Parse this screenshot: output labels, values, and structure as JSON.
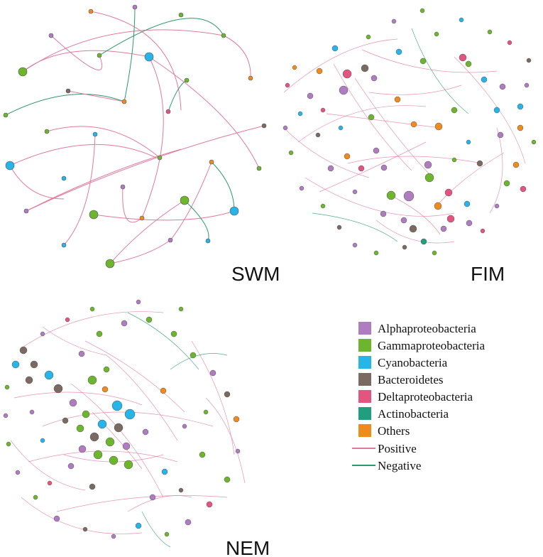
{
  "networks": [
    {
      "id": "swm",
      "label": "SWM"
    },
    {
      "id": "fim",
      "label": "FIM"
    },
    {
      "id": "nem",
      "label": "NEM"
    }
  ],
  "legend": {
    "nodes": [
      {
        "label": "Alphaproteobacteria",
        "color": "#b07cc0"
      },
      {
        "label": "Gammaproteobacteria",
        "color": "#6cb52d"
      },
      {
        "label": "Cyanobacteria",
        "color": "#27b4e8"
      },
      {
        "label": "Bacteroidetes",
        "color": "#7a6a62"
      },
      {
        "label": "Deltaproteobacteria",
        "color": "#e35480"
      },
      {
        "label": "Actinobacteria",
        "color": "#1f9e80"
      },
      {
        "label": "Others",
        "color": "#ef8a1e"
      }
    ],
    "edges": [
      {
        "label": "Positive",
        "color": "#e07a9c"
      },
      {
        "label": "Negative",
        "color": "#2a9a6a"
      }
    ]
  }
}
